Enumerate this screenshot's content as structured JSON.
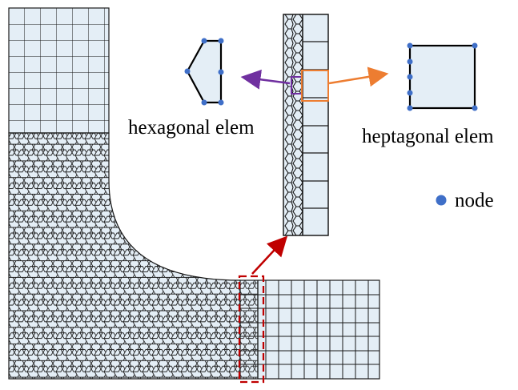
{
  "labels": {
    "hexagonal": "hexagonal elem",
    "heptagonal": "heptagonal elem",
    "node": "node"
  },
  "colors": {
    "mesh_fill": "#e4eef6",
    "mesh_line": "#1a1a1a",
    "node": "#3f6fc8",
    "callout_red": "#c00000",
    "callout_purple": "#7030a0",
    "callout_orange": "#ed7d31"
  },
  "icons": {
    "node_marker": "blue-dot-icon"
  }
}
